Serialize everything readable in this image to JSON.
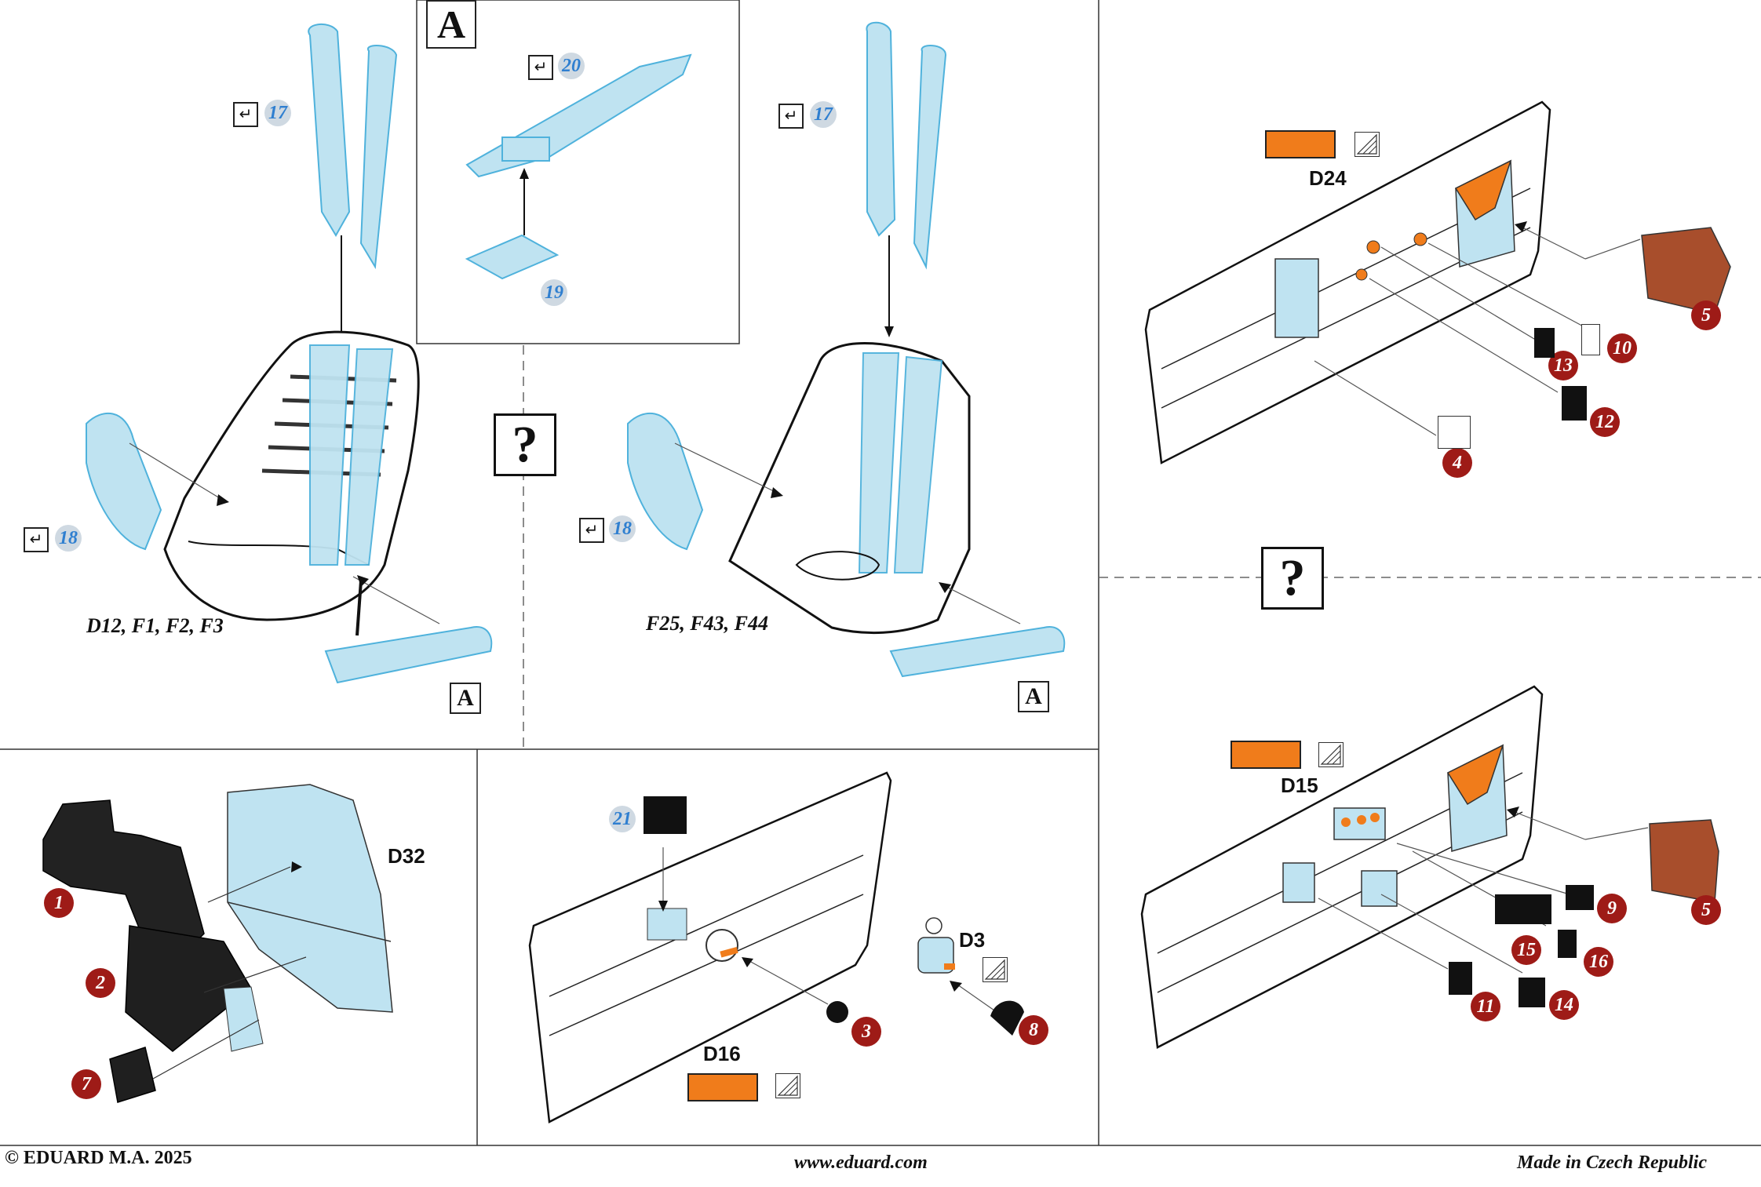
{
  "colors": {
    "part_blue": "#bfe3f1",
    "part_blue_stroke": "#4fb2dc",
    "orange": "#f07c1b",
    "brown": "#a84e2c",
    "red_badge": "#9e1b17",
    "number_blue": "#2f7fd0"
  },
  "icons": {
    "bend": "bend-arrow-icon",
    "hatch": "hatched-triangle-icon"
  },
  "footer": {
    "copyright": "© EDUARD M.A. 2025",
    "website": "www.eduard.com",
    "origin": "Made in Czech Republic"
  },
  "panel_seat_left": {
    "part_refs": "D12, F1, F2, F3",
    "belt_shoulder": "17",
    "belt_lap": "18",
    "detail_ref": "A"
  },
  "panel_detail_a": {
    "title": "A",
    "buckle": "20",
    "pad": "19"
  },
  "panel_seat_right": {
    "part_refs": "F25, F43, F44",
    "belt_shoulder": "17",
    "belt_lap": "18",
    "detail_ref": "A"
  },
  "option_marks": {
    "center": "?",
    "right": "?"
  },
  "panel_sidewall_top": {
    "color_ref": "D24",
    "parts": [
      "5",
      "10",
      "13",
      "12",
      "4"
    ]
  },
  "panel_sidewall_bottom": {
    "color_ref": "D15",
    "parts": [
      "5",
      "9",
      "15",
      "16",
      "11",
      "14"
    ]
  },
  "panel_instrument": {
    "ref": "D32",
    "parts": [
      "1",
      "2",
      "7"
    ]
  },
  "panel_left_wall": {
    "placard": "21",
    "color_ref": "D16",
    "throttle_ref": "D3",
    "parts": [
      "3",
      "8"
    ]
  }
}
